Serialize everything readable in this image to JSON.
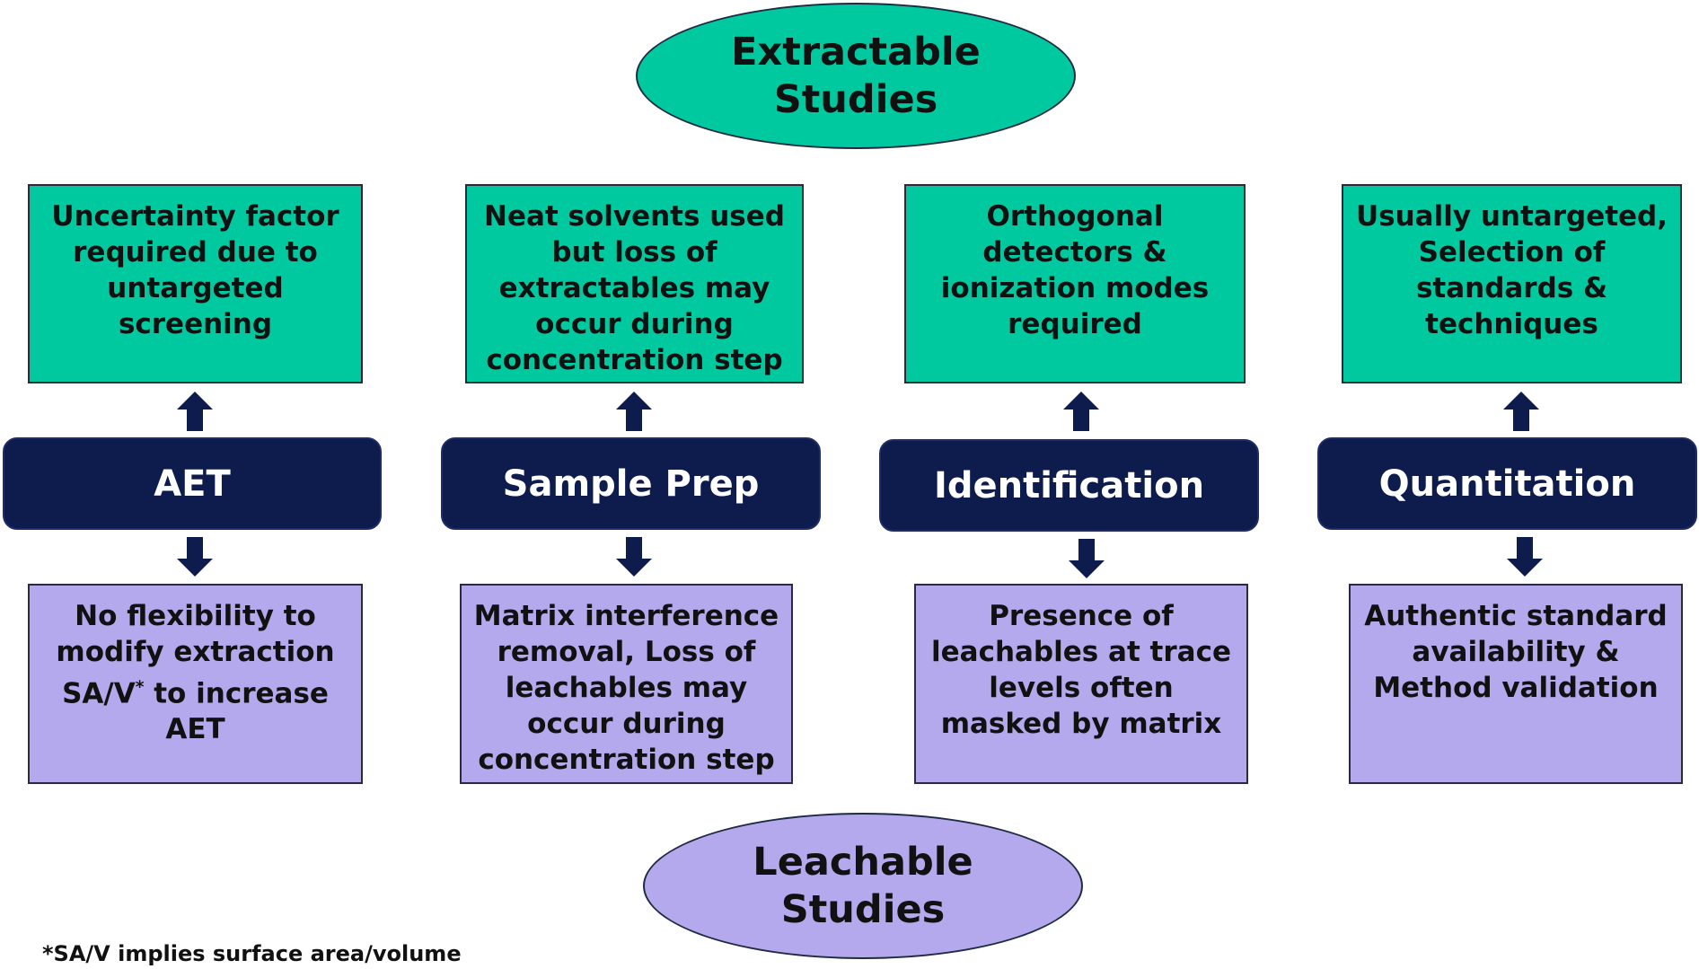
{
  "top_ellipse": {
    "line1": "Extractable",
    "line2": "Studies"
  },
  "bottom_ellipse": {
    "line1": "Leachable",
    "line2": "Studies"
  },
  "columns": [
    {
      "label": "AET",
      "extractable": [
        "Uncertainty factor",
        "required due to",
        "untargeted",
        "screening"
      ],
      "leachable": [
        "No flexibility to",
        "modify extraction",
        "SA/V",
        "*",
        " to increase",
        "AET"
      ]
    },
    {
      "label": "Sample Prep",
      "extractable": [
        "Neat solvents used",
        "but loss of",
        "extractables may",
        "occur during",
        "concentration step"
      ],
      "leachable": [
        "Matrix interference",
        "removal, Loss of",
        "leachables may",
        "occur during",
        "concentration step"
      ]
    },
    {
      "label": "Identification",
      "extractable": [
        "Orthogonal",
        "detectors &",
        "ionization modes",
        "required"
      ],
      "leachable": [
        "Presence of",
        "leachables at trace",
        "levels often",
        "masked by matrix"
      ]
    },
    {
      "label": "Quantitation",
      "extractable": [
        "Usually untargeted,",
        "Selection of",
        "standards &",
        "techniques"
      ],
      "leachable": [
        "Authentic standard",
        "availability &",
        "Method validation"
      ]
    }
  ],
  "footnote": "*SA/V implies surface area/volume",
  "colors": {
    "extractable": "#00c9a0",
    "leachable": "#b3a9ec",
    "label_bg": "#0d1b4d",
    "arrow": "#0d1b4d"
  },
  "icons": {
    "up_arrow": "arrow-up-icon",
    "down_arrow": "arrow-down-icon"
  }
}
